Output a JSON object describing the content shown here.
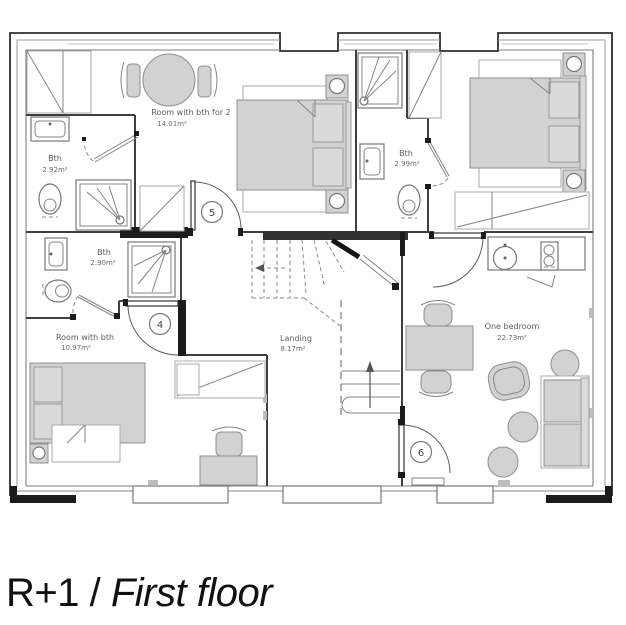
{
  "plan": {
    "rooms": [
      {
        "name": "Room with bth for 2",
        "area": "14.01m²"
      },
      {
        "name": "Bth",
        "area": "2.92m²"
      },
      {
        "name": "Bth",
        "area": "2.99m²"
      },
      {
        "name": "Bth",
        "area": "2.90m²"
      },
      {
        "name": "Room with bth",
        "area": "10.97m²"
      },
      {
        "name": "Landing",
        "area": "8.17m²"
      },
      {
        "name": "One bedroom",
        "area": "22.73m²"
      }
    ],
    "door_numbers": [
      "4",
      "5",
      "6"
    ]
  },
  "title": {
    "regular_part": "R+1 / ",
    "italic_part": "First floor"
  },
  "colors": {
    "wall": "#3f3f3f",
    "furniture_fill": "#d2d2d2",
    "label_text": "#5c5c5c",
    "title_text": "#111111",
    "background": "#ffffff"
  }
}
